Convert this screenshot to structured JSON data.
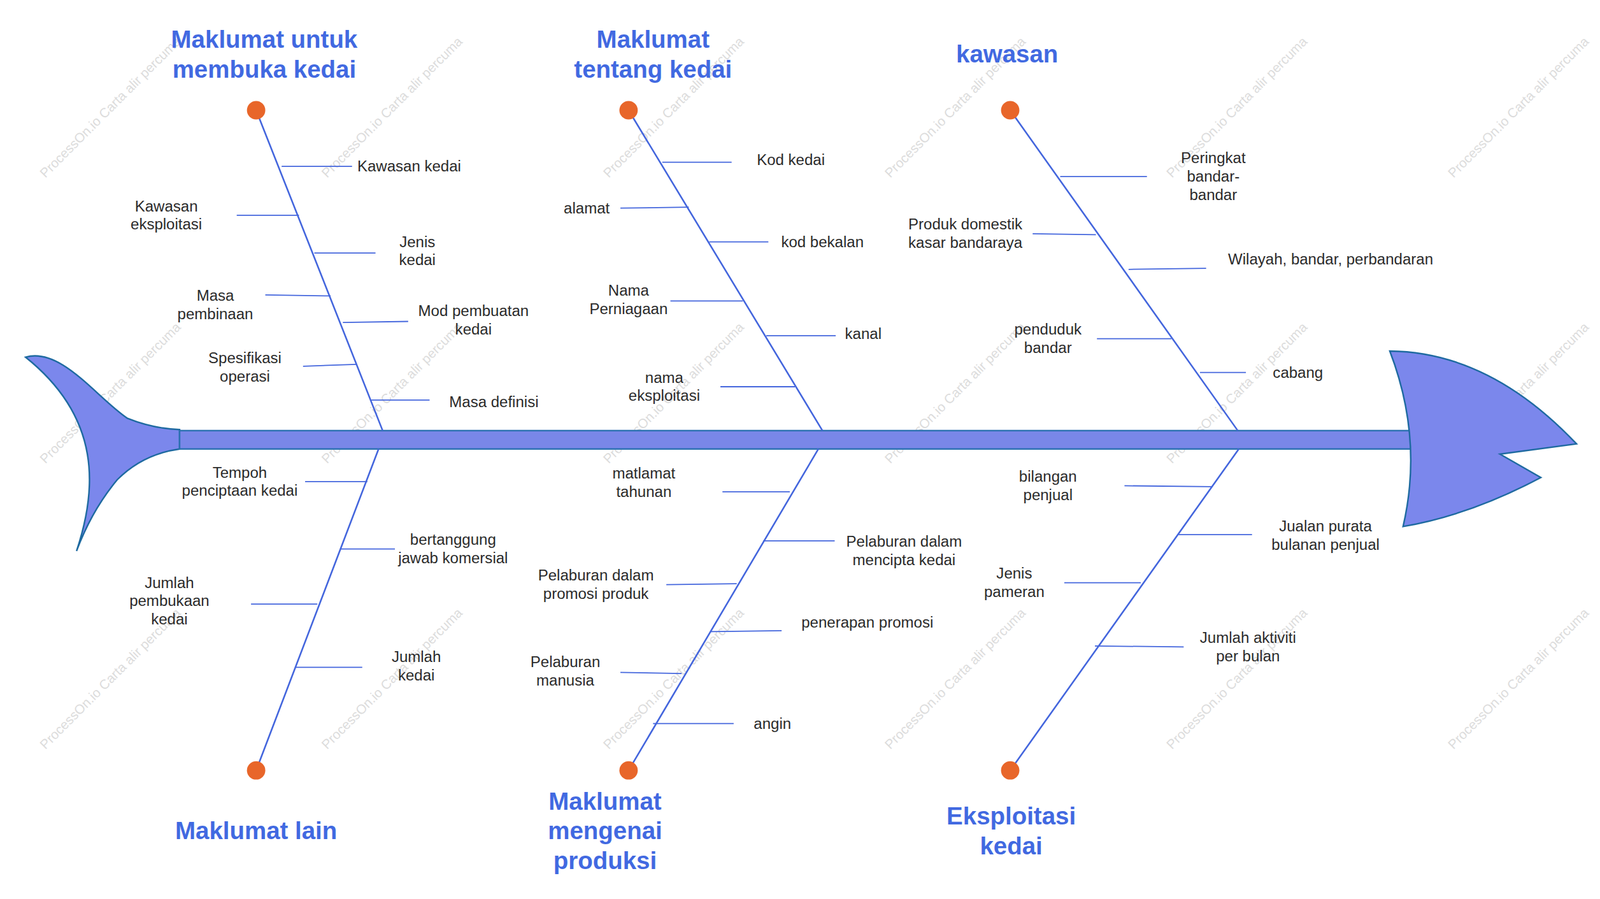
{
  "diagram": {
    "labels": [
      "Maklumat untuk membuka kedai",
      "Kawasan kedai",
      "Kawasan eksploitasi",
      "Jenis kedai",
      "Masa pembinaan",
      "Mod pembuatan kedai",
      "Spesifikasi operasi",
      "Masa definisi",
      "Maklumat tentang kedai",
      "Kod kedai",
      "alamat",
      "kod bekalan",
      "Nama Perniagaan",
      "kanal",
      "nama eksploitasi",
      "kawasan",
      "Peringkat bandar-bandar",
      "Produk domestik kasar bandaraya",
      "Wilayah, bandar, perbandaran",
      "penduduk bandar",
      "cabang",
      "Maklumat lain",
      "Tempoh penciptaan kedai",
      "bertanggung jawab komersial",
      "Jumlah pembukaan kedai",
      "Jumlah kedai",
      "Maklumat mengenai produksi",
      "matlamat tahunan",
      "Pelaburan dalam mencipta kedai",
      "Pelaburan dalam promosi produk",
      "penerapan promosi",
      "Pelaburan manusia",
      "angin",
      "Eksploitasi kedai",
      "bilangan penjual",
      "Jualan purata bulanan penjual",
      "Jenis pameran",
      "Jumlah aktiviti per bulan",
      "ProcessOn.io Carta alir percuma",
      "ProcessOn.io Carta alir percuma",
      "ProcessOn.io Carta alir percuma",
      "ProcessOn.io Carta alir percuma",
      "ProcessOn.io Carta alir percuma",
      "ProcessOn.io Carta alir percuma",
      "ProcessOn.io Carta alir percuma",
      "ProcessOn.io Carta alir percuma",
      "ProcessOn.io Carta alir percuma",
      "ProcessOn.io Carta alir percuma",
      "ProcessOn.io Carta alir percuma",
      "ProcessOn.io Carta alir percuma",
      "ProcessOn.io Carta alir percuma",
      "ProcessOn.io Carta alir percuma",
      "ProcessOn.io Carta alir percuma",
      "ProcessOn.io Carta alir percuma",
      "ProcessOn.io Carta alir percuma",
      "ProcessOn.io Carta alir percuma"
    ]
  }
}
